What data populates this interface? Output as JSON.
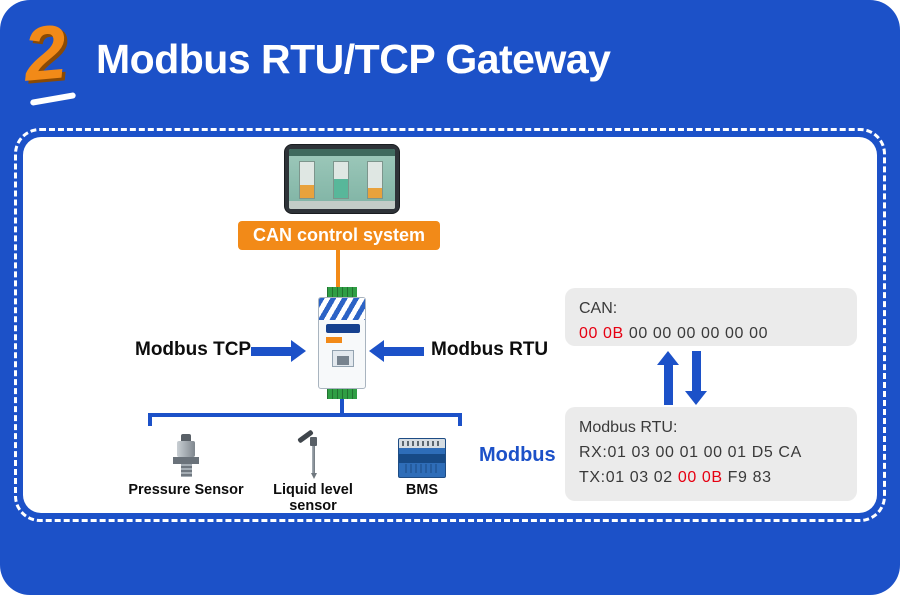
{
  "header": {
    "step_number": "2",
    "title": "Modbus RTU/TCP Gateway"
  },
  "hmi": {
    "banner_label": "CAN control system"
  },
  "gateway": {
    "left_arrow_label": "Modbus TCP",
    "right_arrow_label": "Modbus RTU"
  },
  "bus": {
    "label": "Modbus",
    "device_labels": [
      "Pressure Sensor",
      "Liquid level sensor",
      "BMS"
    ]
  },
  "frames": {
    "can": {
      "title": "CAN:",
      "highlight": "00 0B",
      "rest": " 00 00 00 00 00 00"
    },
    "modbus": {
      "title": "Modbus RTU:",
      "rx_line": "RX:01 03 00 01 00 01 D5 CA",
      "tx_prefix": "TX:01 03 02 ",
      "tx_highlight": "00 0B",
      "tx_suffix": " F9 83"
    }
  },
  "colors": {
    "brand_blue": "#1c51c8",
    "accent_orange": "#f28a18",
    "highlight_red": "#e60012",
    "frame_gray": "#ebebeb"
  }
}
